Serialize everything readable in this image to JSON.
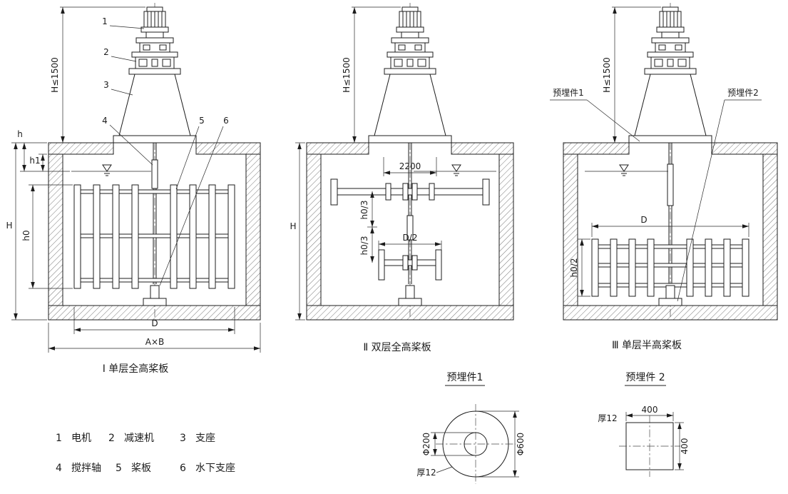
{
  "drawing": {
    "bg": "#ffffff",
    "ink": "#1c1c1c"
  },
  "diagram1": {
    "caption": "Ⅰ 单层全高桨板",
    "dims": {
      "h1500": "H≤1500",
      "h": "h",
      "h1": "h1",
      "H": "H",
      "h0": "h0",
      "D": "D",
      "AxB": "A×B"
    },
    "callouts": {
      "c1": "1",
      "c2": "2",
      "c3": "3",
      "c4": "4",
      "c5": "5",
      "c6": "6"
    }
  },
  "diagram2": {
    "caption": "Ⅱ 双层全高桨板",
    "dims": {
      "h1500": "H≤1500",
      "w2200": "2200",
      "h03a": "h0/3",
      "h03b": "h0/3",
      "D2": "D/2",
      "H": "H"
    }
  },
  "diagram3": {
    "caption": "Ⅲ 单层半高桨板",
    "dims": {
      "h1500": "H≤1500",
      "D": "D",
      "h02": "h0/2"
    },
    "labels": {
      "embed1": "预埋件1",
      "embed2": "预埋件2"
    }
  },
  "detail1": {
    "title": "预埋件1",
    "dims": {
      "d200": "Φ200",
      "d600": "Φ600"
    },
    "thickness": "厚12"
  },
  "detail2": {
    "title": "预埋件 2",
    "dims": {
      "w": "400",
      "h": "400"
    },
    "thickness": "厚12"
  },
  "legend": {
    "items": [
      {
        "num": "1",
        "label": "电机"
      },
      {
        "num": "2",
        "label": "减速机"
      },
      {
        "num": "3",
        "label": "支座"
      },
      {
        "num": "4",
        "label": "搅拌轴"
      },
      {
        "num": "5",
        "label": "桨板"
      },
      {
        "num": "6",
        "label": "水下支座"
      }
    ]
  }
}
